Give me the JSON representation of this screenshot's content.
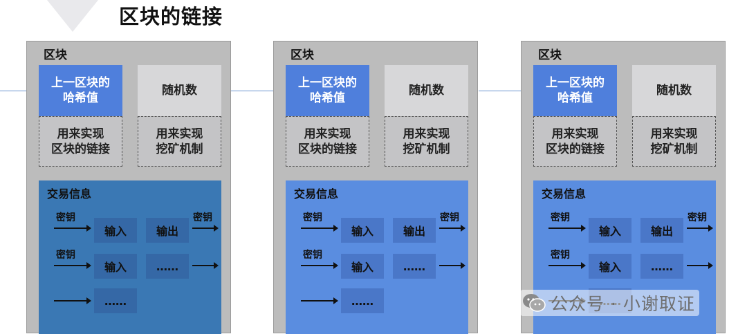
{
  "page": {
    "title": "区块的链接"
  },
  "blocks": [
    {
      "label": "区块",
      "prev_hash": "上一区块的\n哈希值",
      "nonce": "随机数",
      "purpose_left": "用来实现\n区块的链接",
      "purpose_right": "用来实现\n挖矿机制",
      "tx": {
        "label": "交易信息",
        "key_label_1": "密钥",
        "input_1": "输入",
        "output_1": "输出",
        "key_label_out": "密钥",
        "key_label_2": "密钥",
        "input_2": "输入",
        "dots_2": "……",
        "dots_3": "……"
      }
    },
    {
      "label": "区块",
      "prev_hash": "上一区块的\n哈希值",
      "nonce": "随机数",
      "purpose_left": "用来实现\n区块的链接",
      "purpose_right": "用来实现\n挖矿机制",
      "tx": {
        "label": "交易信息",
        "key_label_1": "密钥",
        "input_1": "输入",
        "output_1": "输出",
        "key_label_out": "密钥",
        "key_label_2": "密钥",
        "input_2": "输入",
        "dots_2": "……",
        "dots_3": "……"
      }
    },
    {
      "label": "区块",
      "prev_hash": "上一区块的\n哈希值",
      "nonce": "随机数",
      "purpose_left": "用来实现\n区块的链接",
      "purpose_right": "用来实现\n挖矿机制",
      "tx": {
        "label": "交易信息",
        "key_label_1": "密钥",
        "input_1": "输入",
        "output_1": "输出",
        "key_label_out": "密钥",
        "key_label_2": "密钥",
        "input_2": "输入",
        "dots_2": "……",
        "dots_3": "……"
      }
    }
  ],
  "watermark": {
    "text": "公众号 · 小谢取证",
    "icon": "wechat-icon"
  },
  "colors": {
    "prev_hash_bg": "#4f7fdc",
    "tx_panel_dark": "#3a78b4",
    "tx_panel_light": "#5a8de0",
    "block_bg": "#bcbcbc"
  }
}
